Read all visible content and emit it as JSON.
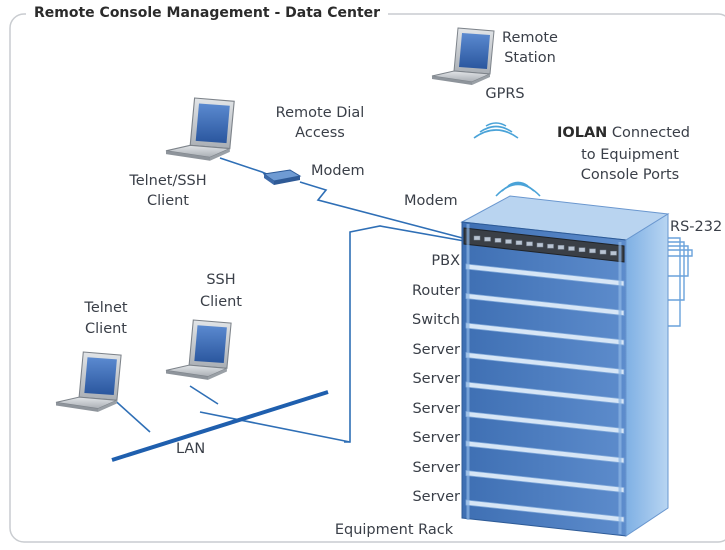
{
  "title": "Remote Console Management - Data Center",
  "labels": {
    "remote_station": [
      "Remote",
      "Station"
    ],
    "gprs": "GPRS",
    "remote_dial_access": [
      "Remote Dial",
      "Access"
    ],
    "modem_dial": "Modem",
    "modem_rack": "Modem",
    "telnet_ssh_client": [
      "Telnet/SSH",
      "Client"
    ],
    "iolan_bold": "IOLAN",
    "iolan_rest": " Connected",
    "iolan_lines": [
      "to Equipment",
      "Console Ports"
    ],
    "rs232": "RS-232",
    "ssh_client": [
      "SSH",
      "Client"
    ],
    "telnet_client": [
      "Telnet",
      "Client"
    ],
    "lan": "LAN",
    "equipment_rack": "Equipment Rack",
    "rack_slots": [
      "PBX",
      "Router",
      "Switch",
      "Server",
      "Server",
      "Server",
      "Server",
      "Server",
      "Server"
    ]
  },
  "colors": {
    "frame": "#c9ccd0",
    "cable_blue": "#2f6fb6",
    "lan_blue": "#1f5fae",
    "rack_front": "#4f7fc0",
    "rack_side": "#9fc2ea",
    "rack_top": "#b9d4f0",
    "laptop_body": "#c9cdd2",
    "laptop_screen": "#3a68b4",
    "wave": "#4aa3d8"
  },
  "icons": [
    "laptop-icon",
    "modem-icon",
    "wireless-icon",
    "equipment-rack-icon",
    "iolan-device-icon"
  ]
}
